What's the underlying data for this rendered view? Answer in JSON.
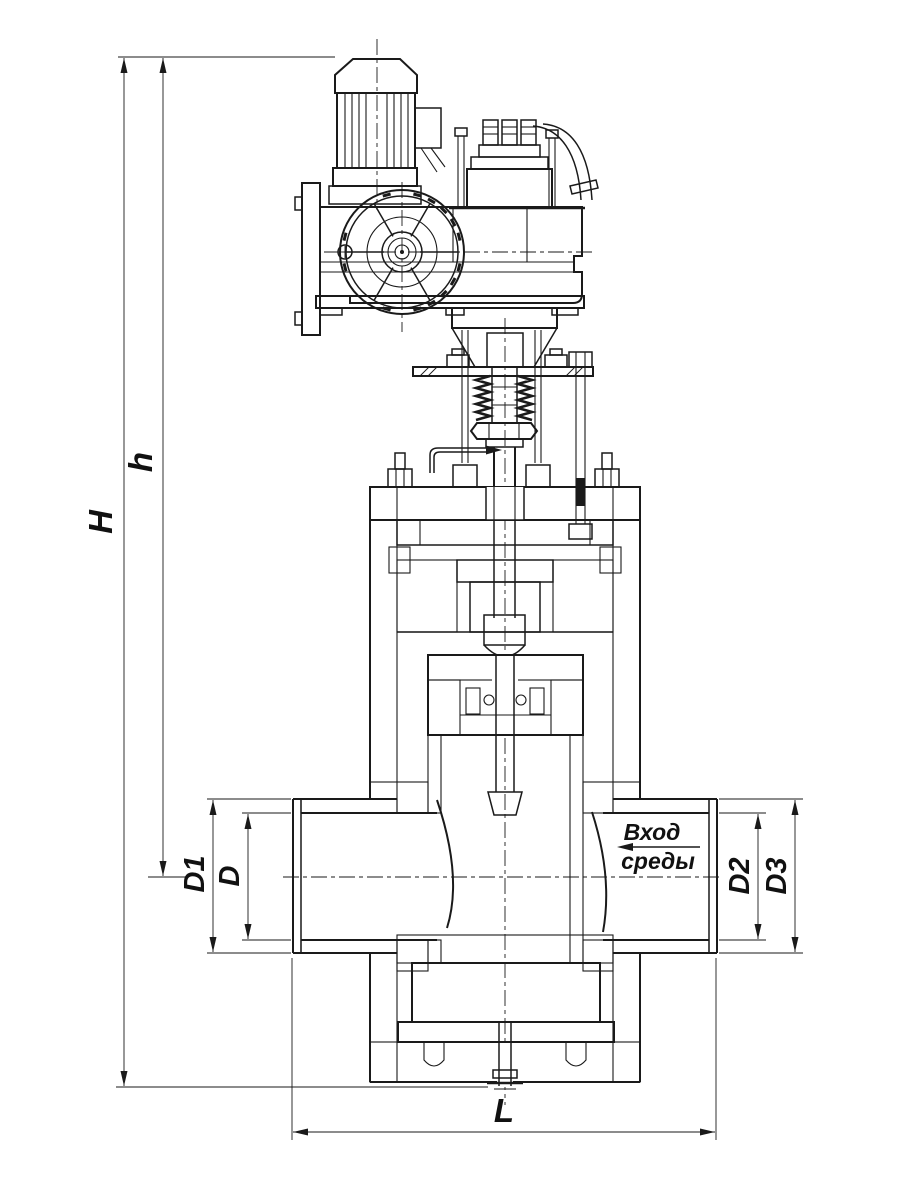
{
  "drawing": {
    "labels": {
      "overall_height": "H",
      "upper_height": "h",
      "left_outer_diameter": "D1",
      "left_bore_diameter": "D",
      "right_bore_diameter": "D2",
      "right_outer_diameter": "D3",
      "face_to_face_length": "L"
    },
    "flow_note": {
      "line1": "Вход",
      "line2": "среды"
    },
    "colors": {
      "line": "#1a1a1a",
      "background": "#ffffff"
    }
  }
}
